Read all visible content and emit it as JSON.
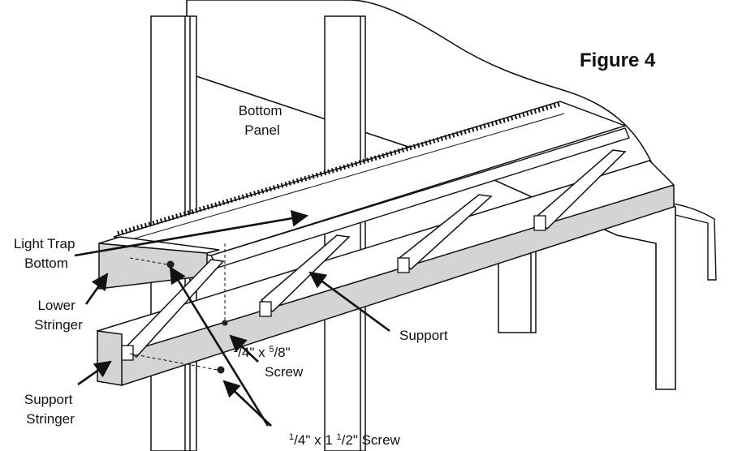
{
  "figure": {
    "title": "Figure 4"
  },
  "labels": {
    "bottom_panel": [
      "Bottom",
      "Panel"
    ],
    "light_trap_bottom": [
      "Light Trap",
      "Bottom"
    ],
    "lower_stringer": [
      "Lower",
      "Stringer"
    ],
    "support_stringer": [
      "Support",
      "Stringer"
    ],
    "support": "Support",
    "screw_short": {
      "num1": "1",
      "den1": "4",
      "mid": "\" x ",
      "num2": "5",
      "den2": "8",
      "end": "\"",
      "word": "Screw"
    },
    "screw_long": {
      "num1": "1",
      "den1": "4",
      "mid": "\" x 1 ",
      "num2": "1",
      "den2": "2",
      "end": "\" Screw"
    }
  },
  "colors": {
    "line": "#111111",
    "stringer_face": "#d4d4d4",
    "panel": "#ffffff"
  }
}
